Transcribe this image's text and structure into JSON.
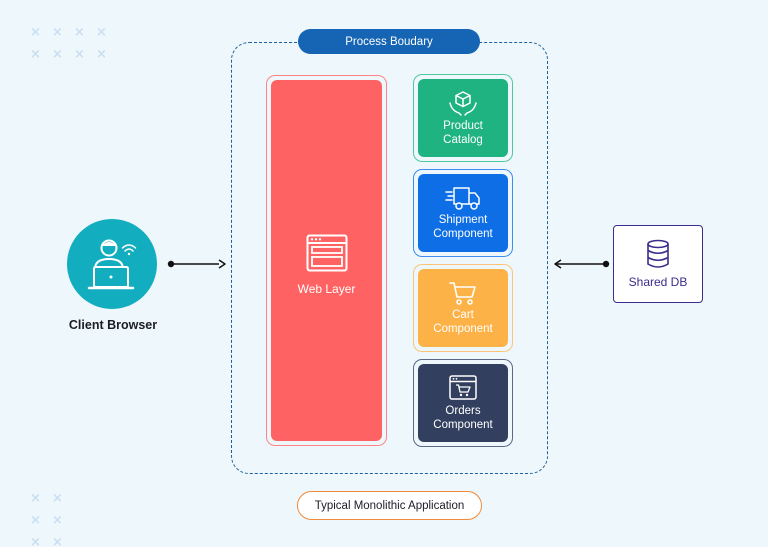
{
  "boundary": {
    "title": "Process Boudary",
    "caption": "Typical Monolithic Application"
  },
  "web_layer": {
    "label": "Web Layer",
    "color": "#ff6262"
  },
  "components": [
    {
      "line1": "Product",
      "line2": "Catalog",
      "icon": "box-hands-icon",
      "color": "#1fb381"
    },
    {
      "line1": "Shipment",
      "line2": "Component",
      "icon": "truck-icon",
      "color": "#0d6ee6"
    },
    {
      "line1": "Cart",
      "line2": "Component",
      "icon": "cart-icon",
      "color": "#fdb248"
    },
    {
      "line1": "Orders",
      "line2": "Component",
      "icon": "orders-icon",
      "color": "#323f5e"
    }
  ],
  "client": {
    "label": "Client Browser",
    "icon": "user-laptop-icon",
    "color": "#12aebf"
  },
  "database": {
    "label": "Shared DB",
    "icon": "database-icon",
    "color": "#3a2c8c"
  }
}
